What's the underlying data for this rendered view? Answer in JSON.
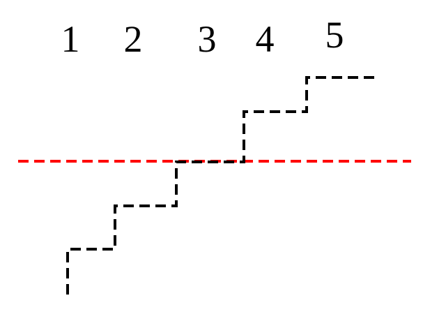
{
  "labels": [
    "1",
    "2",
    "3",
    "4",
    "5"
  ],
  "colors": {
    "staircase": "#000000",
    "threshold_line": "#ff0000",
    "background": "#ffffff"
  }
}
